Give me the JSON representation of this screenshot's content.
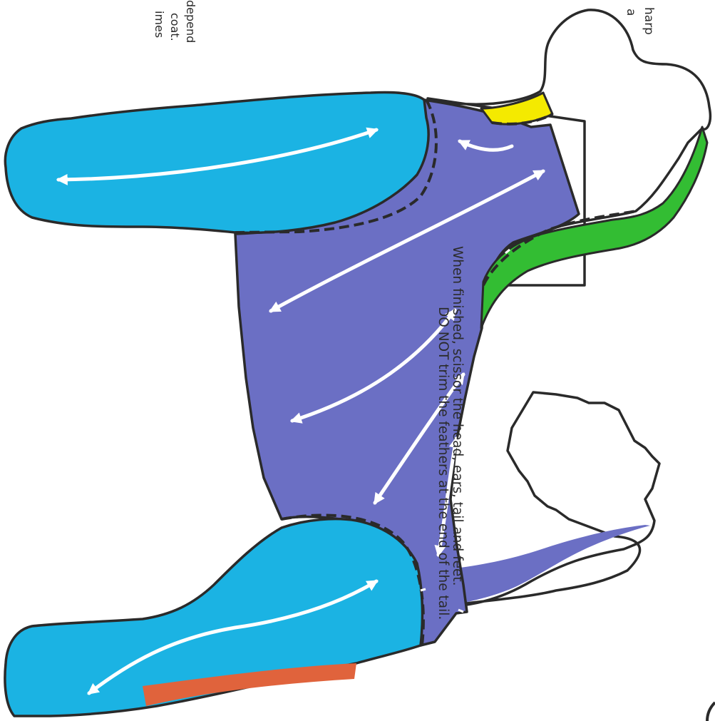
{
  "caption": {
    "line1": "When finished, scissor the head, ears, tail and feet.",
    "line2": "DO NOT trim the feathers at the end of the tail."
  },
  "cut_text": {
    "top_right_1": "harp",
    "top_right_2": "a",
    "top_left_1": "depend",
    "top_left_2": "coat.",
    "top_left_3": "imes"
  },
  "colors": {
    "body": "#6b6fc4",
    "legs": "#1bb3e3",
    "throat": "#f4ea00",
    "chest": "#33bd33",
    "rear_feather": "#e0633c",
    "outline": "#2a2a2a",
    "arrows": "#ffffff"
  }
}
